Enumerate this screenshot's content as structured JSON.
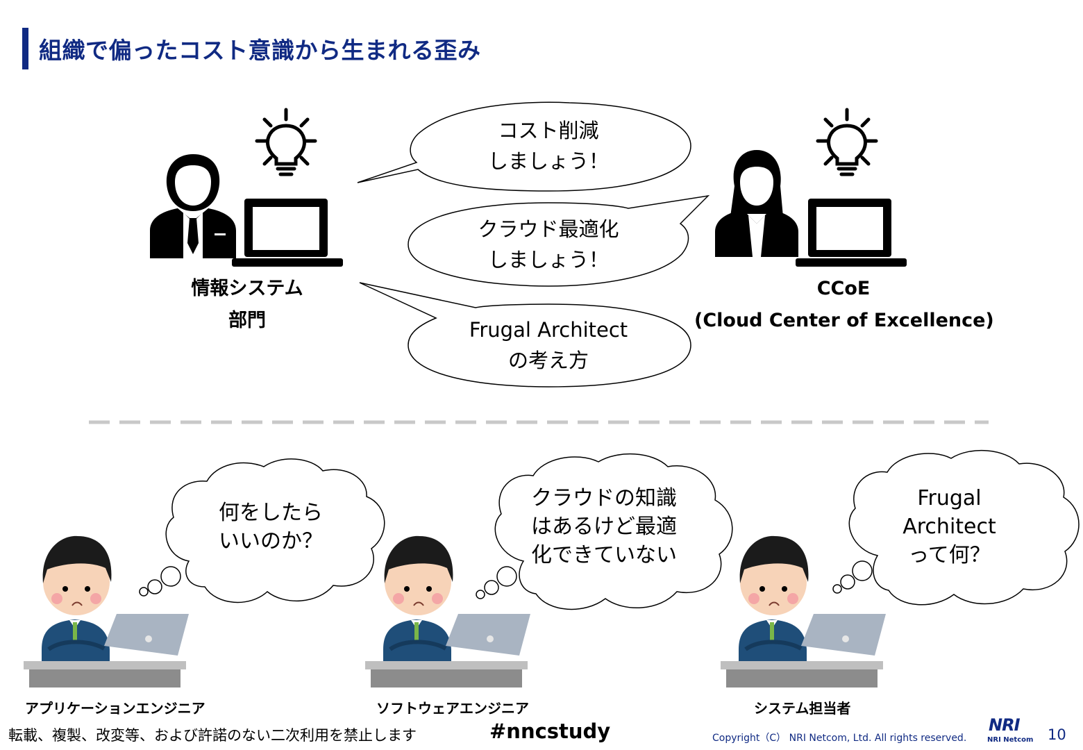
{
  "slide": {
    "title": "組織で偏ったコスト意識から生まれる歪み",
    "accent_color": "#102a83"
  },
  "top": {
    "left_person": {
      "icon": "businessman-laptop-icon",
      "label_line1": "情報システム",
      "label_line2": "部門"
    },
    "right_person": {
      "icon": "businesswoman-laptop-icon",
      "label_line1": "CCoE",
      "label_line2": "(Cloud Center of Excellence)"
    },
    "bubbles": [
      {
        "line1": "コスト削減",
        "line2": "しましょう！"
      },
      {
        "line1": "クラウド最適化",
        "line2": "しましょう！"
      },
      {
        "line1": "Frugal Architect",
        "line2": "の考え方"
      }
    ]
  },
  "bottom": {
    "engineers": [
      {
        "thought": [
          "何をしたら",
          "いいのか？"
        ],
        "label": "アプリケーションエンジニア"
      },
      {
        "thought": [
          "クラウドの知識",
          "はあるけど最適",
          "化できていない"
        ],
        "label": "ソフトウェアエンジニア"
      },
      {
        "thought": [
          "Frugal",
          "Architect",
          "って何？"
        ],
        "label": "システム担当者"
      }
    ]
  },
  "footer": {
    "notice": "転載、複製、改変等、および許諾のない二次利用を禁止します",
    "hashtag": "#nncstudy",
    "copyright": "Copyright（C） NRI Netcom, Ltd. All rights reserved.",
    "logo_text": "NRI",
    "logo_subtext": "NRI Netcom",
    "page_number": "10"
  }
}
